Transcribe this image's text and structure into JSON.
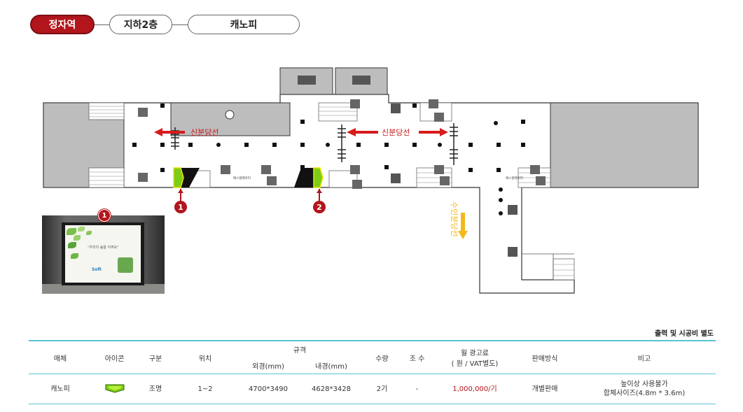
{
  "breadcrumb": {
    "station": "정자역",
    "level": "지하2층",
    "media": "캐노피"
  },
  "map": {
    "line_label_1": "신분당선",
    "line_label_2": "신분당선",
    "line_label_3": "수인분당선",
    "markers": [
      "1",
      "2"
    ],
    "exit_text": "에스컬레이터"
  },
  "photo": {
    "marker": "1",
    "slogan": "\"우리의 숲을 지켜요\"",
    "logo": "Soft"
  },
  "note": "출력 및 시공비 별도",
  "table": {
    "headers": {
      "media": "매체",
      "icon": "아이콘",
      "type": "구분",
      "position": "위치",
      "spec": "규격",
      "outer": "외경(mm)",
      "inner": "내경(mm)",
      "qty": "수량",
      "face": "조 수",
      "price_top": "월 광고료",
      "price_bottom": "( 원 / VAT별도)",
      "sales": "판매방식",
      "remark": "비고"
    },
    "rows": [
      {
        "media": "캐노피",
        "type": "조명",
        "position": "1~2",
        "outer": "4700*3490",
        "inner": "4628*3428",
        "qty": "2기",
        "face": "-",
        "price": "1,000,000/기",
        "sales": "개별판매",
        "remark_1": "높이상 사용불가",
        "remark_2": "합체사이즈(4.8m * 3.6m)"
      }
    ]
  },
  "colors": {
    "accent": "#b2151c",
    "teal": "#57c4d4",
    "canopy_green": "#7ccd17",
    "line_yellow": "#f3b81b"
  }
}
